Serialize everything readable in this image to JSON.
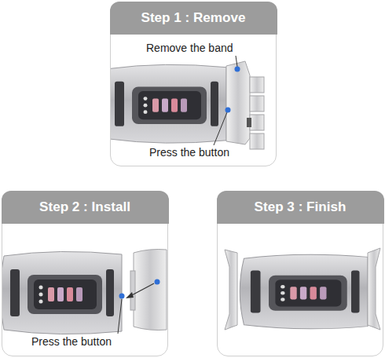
{
  "diagram": {
    "nodes": [
      {
        "text": [
          "Step 1 : Remove"
        ]
      },
      {
        "text": [
          "Step 2 : Install"
        ]
      },
      {
        "text": [
          "Step 3 : Finish"
        ]
      }
    ],
    "labels": [
      "Remove the band",
      "Press the button",
      "Press the button"
    ]
  }
}
